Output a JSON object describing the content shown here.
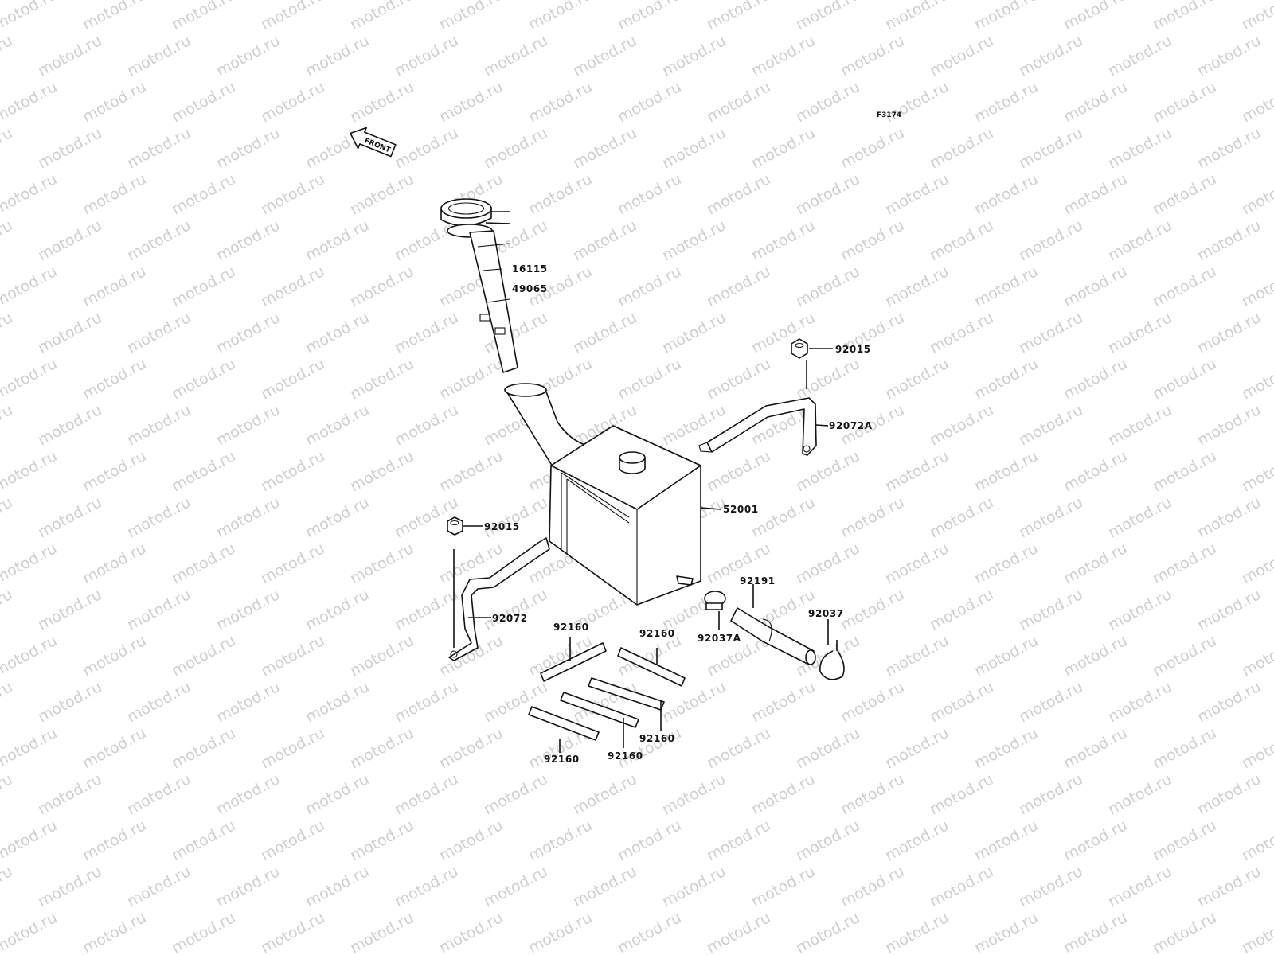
{
  "diagram": {
    "code": "F3174",
    "front_label": "FRONT",
    "watermark": "motod.ru",
    "parts": {
      "cap": "16115",
      "gasket": "49065",
      "nut_right": "92015",
      "bracket_right": "92072A",
      "tank": "52001",
      "nut_left": "92015",
      "bracket_left": "92072",
      "hose": "92191",
      "clamp_right": "92037",
      "clamp_left": "92037A",
      "pad_1": "92160",
      "pad_2": "92160",
      "pad_3": "92160",
      "pad_4": "92160",
      "pad_5": "92160"
    }
  }
}
